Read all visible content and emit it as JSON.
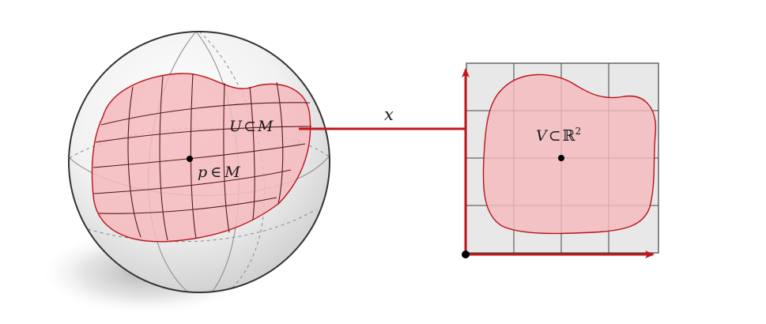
{
  "labels": {
    "map": "x",
    "open_set_U": "U",
    "open_set_V": "V",
    "point": "p",
    "manifold": "M",
    "subset_symbol": "⊂",
    "element_symbol": "∈",
    "reals": "ℝ",
    "dimension": "2"
  },
  "colors": {
    "accent": "#c0171d",
    "patch_fill": "#f4b9bd",
    "patch_stroke": "#b8141a",
    "sphere_stroke": "#333333",
    "square_fill": "#e8e8e8",
    "grid_line": "#444444"
  }
}
